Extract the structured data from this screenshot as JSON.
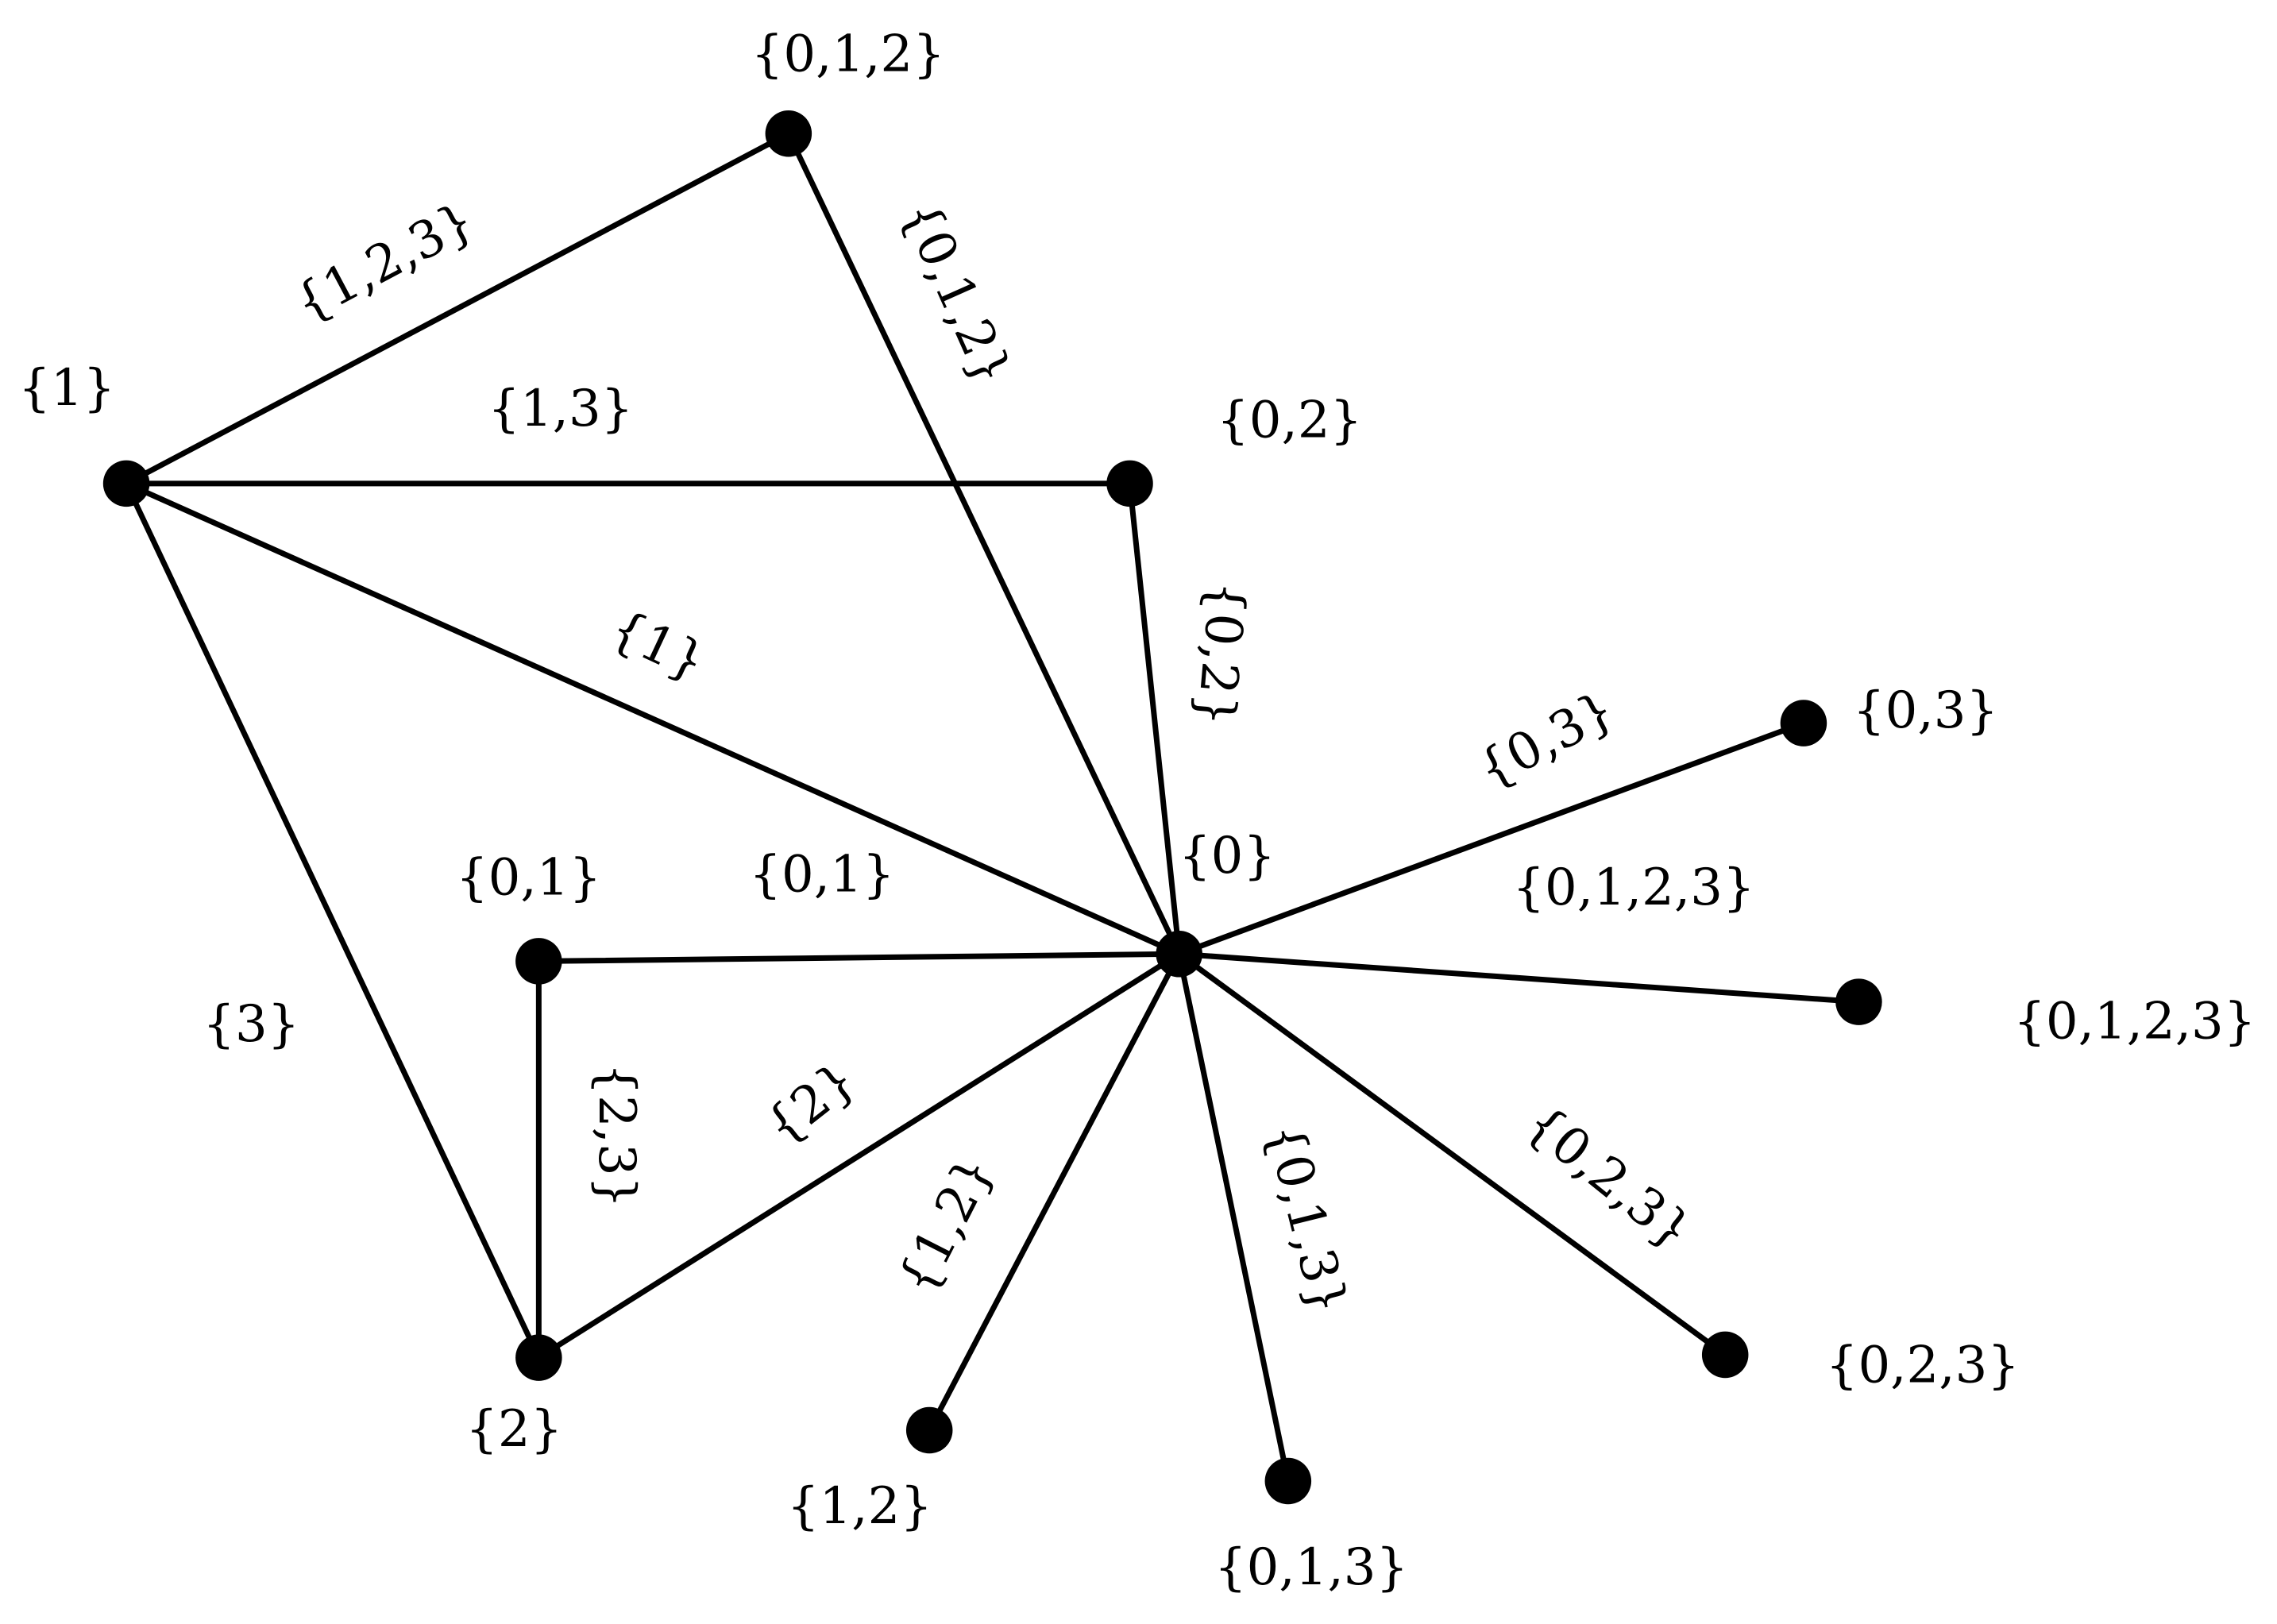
{
  "diagram": {
    "type": "graph",
    "vertices": [
      {
        "id": "v012",
        "label": "{0,1,2}"
      },
      {
        "id": "v1",
        "label": "{1}"
      },
      {
        "id": "v02",
        "label": "{0,2}"
      },
      {
        "id": "v0",
        "label": "{0}"
      },
      {
        "id": "v03",
        "label": "{0,3}"
      },
      {
        "id": "v01",
        "label": "{0,1}"
      },
      {
        "id": "v0123",
        "label": "{0,1,2,3}"
      },
      {
        "id": "v2",
        "label": "{2}"
      },
      {
        "id": "v023",
        "label": "{0,2,3}"
      },
      {
        "id": "v12",
        "label": "{1,2}"
      },
      {
        "id": "v013",
        "label": "{0,1,3}"
      }
    ],
    "edges": [
      {
        "from": "v1",
        "to": "v012",
        "label": "{1,2,3}"
      },
      {
        "from": "v1",
        "to": "v02",
        "label": "{1,3}"
      },
      {
        "from": "v1",
        "to": "v0",
        "label": "{1}"
      },
      {
        "from": "v1",
        "to": "v2",
        "label": "{3}"
      },
      {
        "from": "v012",
        "to": "v0",
        "label": "{0,1,2}"
      },
      {
        "from": "v02",
        "to": "v0",
        "label": "{0,2}"
      },
      {
        "from": "v0",
        "to": "v03",
        "label": "{0,3}"
      },
      {
        "from": "v0",
        "to": "v0123",
        "label": "{0,1,2,3}"
      },
      {
        "from": "v01",
        "to": "v0",
        "label": "{0,1}"
      },
      {
        "from": "v01",
        "to": "v2",
        "label": "{2,3}"
      },
      {
        "from": "v2",
        "to": "v0",
        "label": "{2}"
      },
      {
        "from": "v0",
        "to": "v12",
        "label": "{1,2}"
      },
      {
        "from": "v0",
        "to": "v013",
        "label": "{0,1,3}"
      },
      {
        "from": "v0",
        "to": "v023",
        "label": "{0,2,3}"
      }
    ]
  }
}
